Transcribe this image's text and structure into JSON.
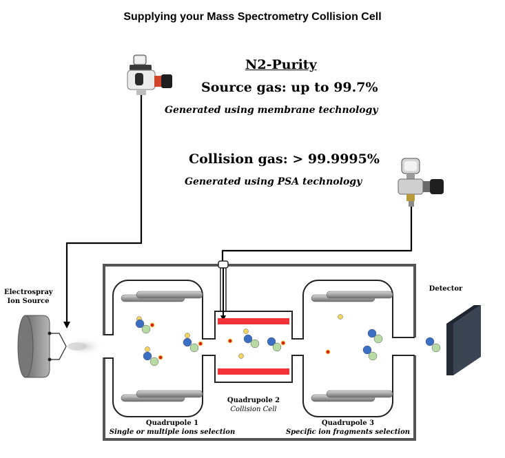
{
  "title": "Supplying your Mass Spectrometry Collision Cell",
  "purity": {
    "heading": "N2-Purity",
    "source_gas": "Source gas: up to 99.7%",
    "source_method": "Generated using membrane technology",
    "collision_gas": "Collision gas: > 99.9995%",
    "collision_method": "Generated using PSA technology"
  },
  "labels": {
    "ion_source_line1": "Electrospray",
    "ion_source_line2": "Ion Source",
    "detector": "Detector",
    "q1_title": "Quadrupole 1",
    "q1_sub": "Single or multiple ions selection",
    "q2_title": "Quadrupole 2",
    "q2_sub": "Collision Cell",
    "q3_title": "Quadrupole 3",
    "q3_sub": "Specific ion fragments selection"
  },
  "colors": {
    "blue_ion": "#3b6fc4",
    "green_ion": "#b8dba6",
    "yellow_ion": "#f5d55e",
    "red_ion": "#d4200f",
    "collision_plate": "#f2333a",
    "rod": "#9a9a9a",
    "detector": "#2d3540",
    "source_body": "#8c8c8c"
  },
  "icons": [
    "gas-regulator-icon",
    "gas-regulator-icon",
    "electrospray-source-icon",
    "detector-plate-icon"
  ]
}
